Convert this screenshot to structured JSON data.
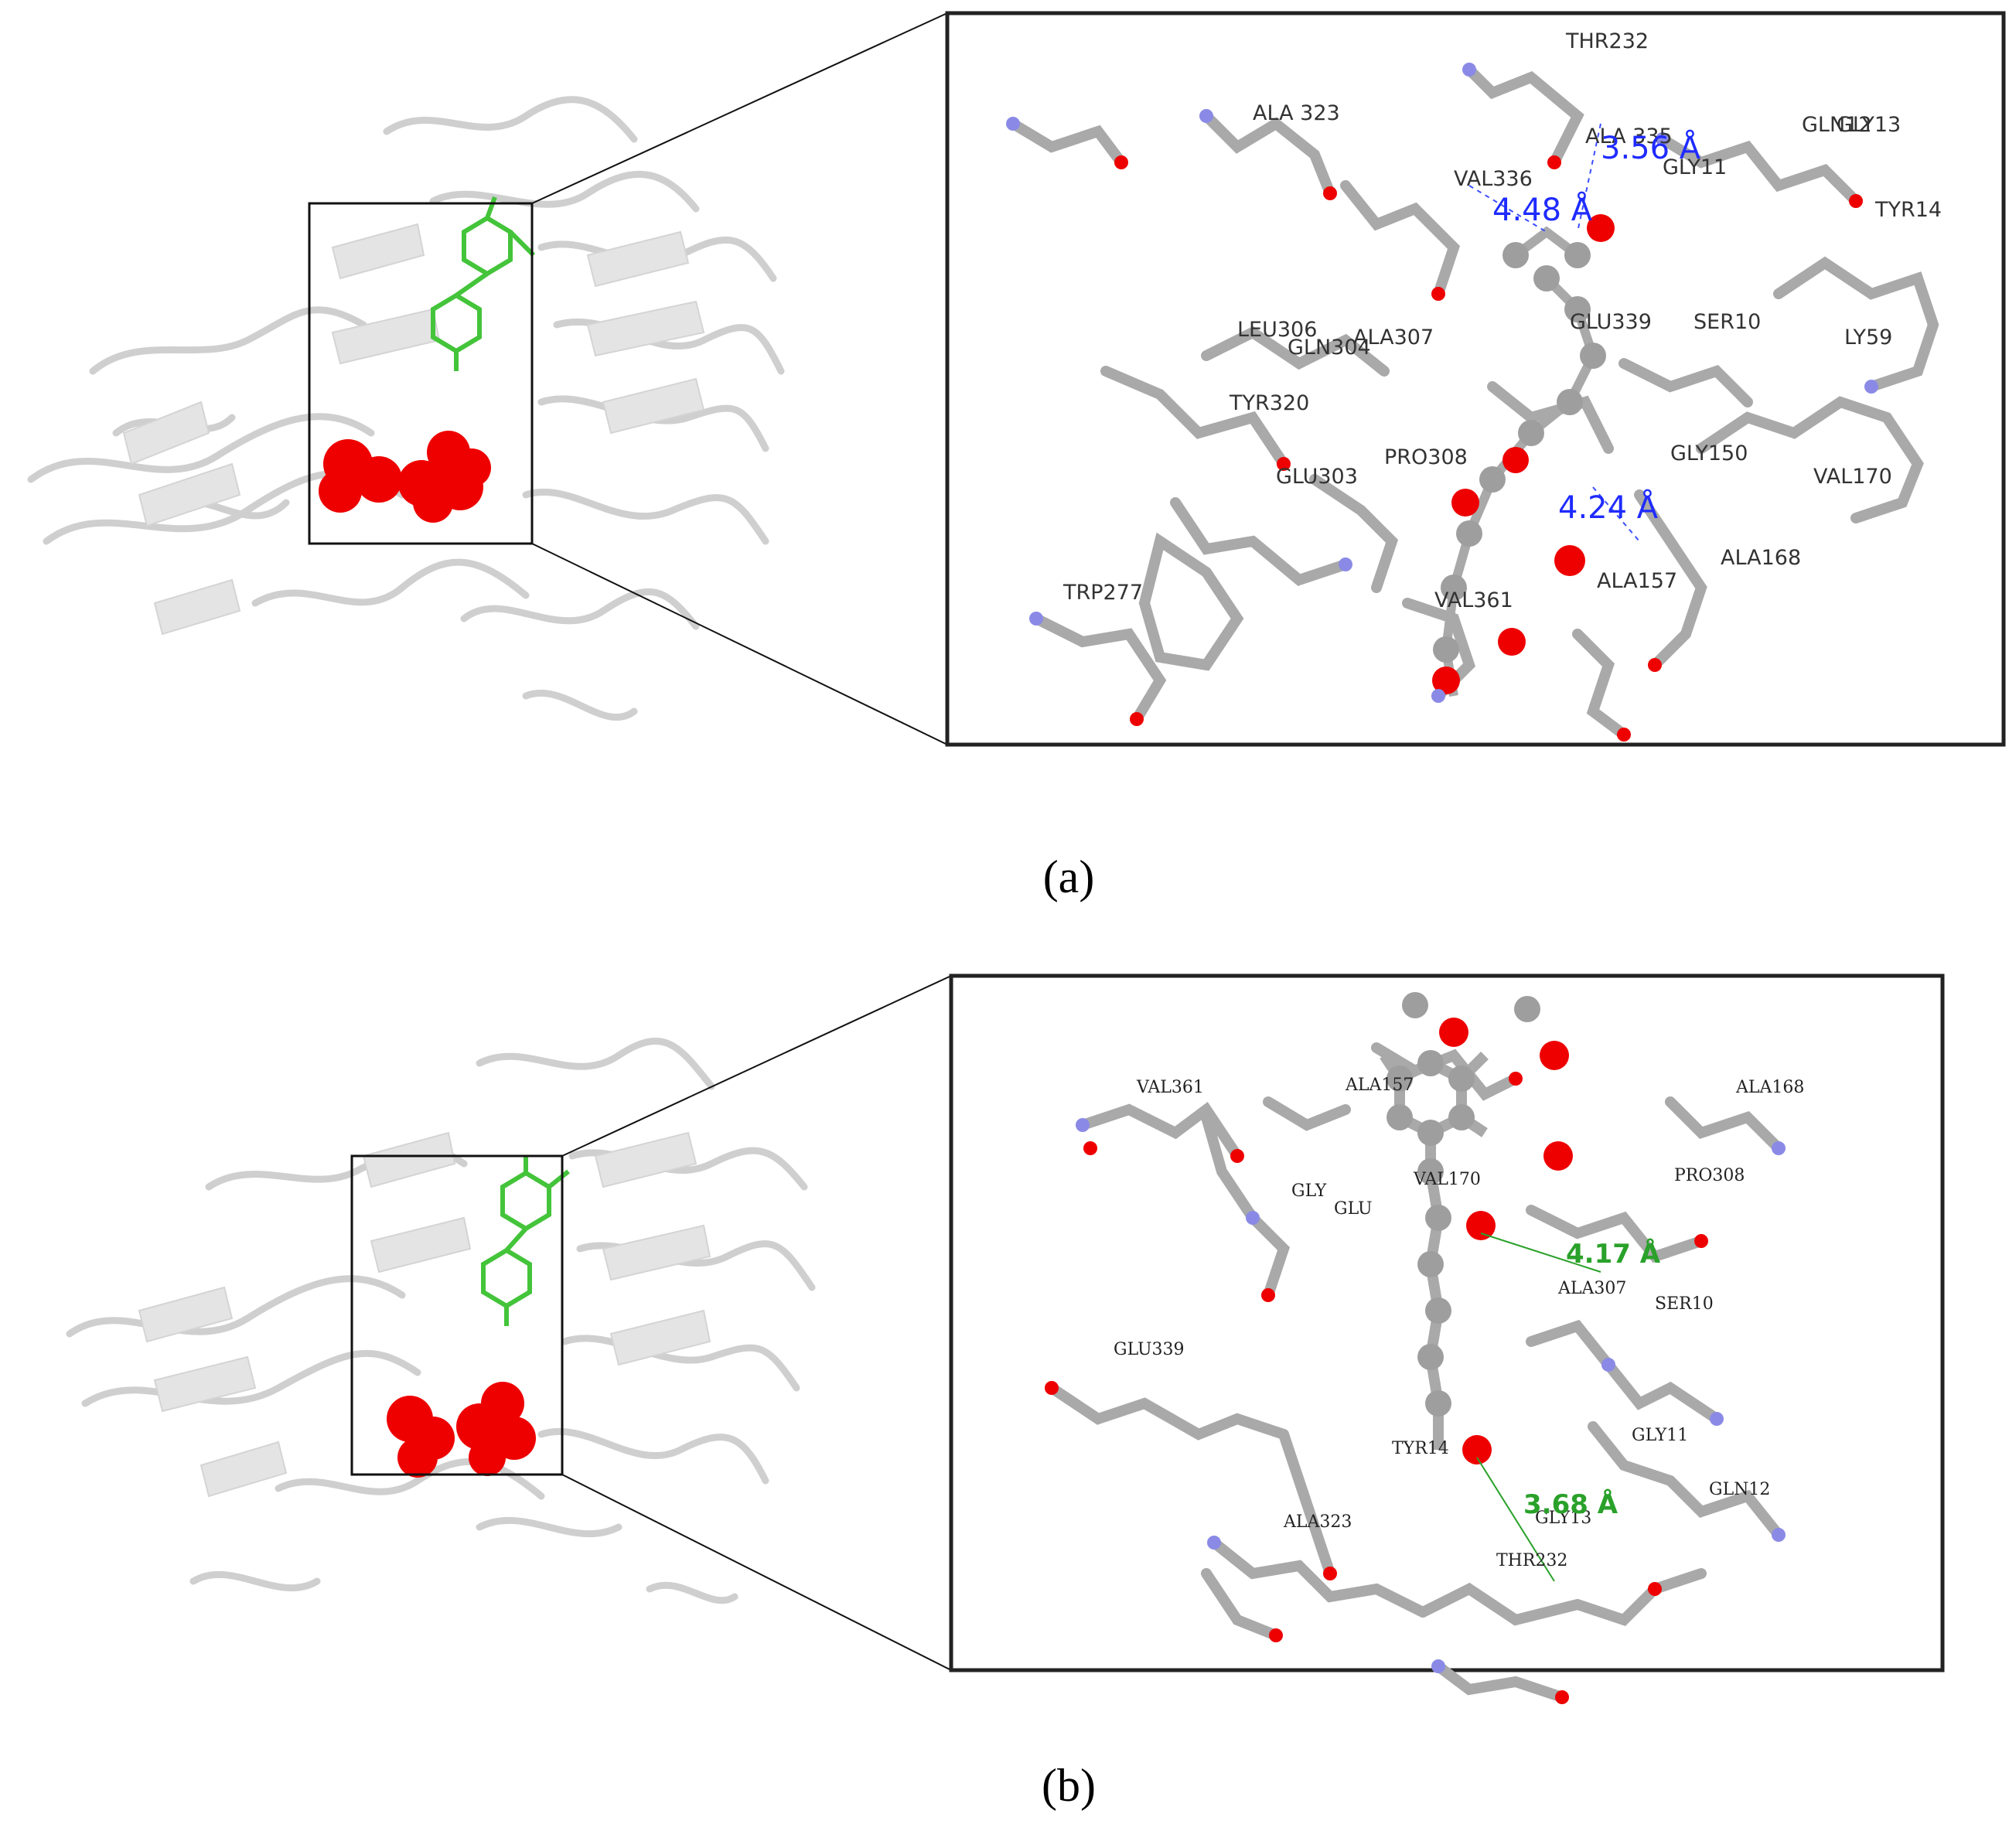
{
  "panels": [
    {
      "caption": "(a)",
      "residues": [
        "THR232",
        "ALA 323",
        "ALA 335",
        "GLN12",
        "GLY13",
        "GLY11",
        "VAL336",
        "TYR14",
        "GLU339",
        "SER10",
        "LEU306",
        "GLN304",
        "ALA307",
        "LY59",
        "TYR320",
        "GLY150",
        "VAL170",
        "PRO308",
        "GLU303",
        "TRP277",
        "ALA168",
        "ALA157",
        "VAL361"
      ],
      "distances": [
        "3.56 Å",
        "4.48 Å",
        "4.24 Å"
      ]
    },
    {
      "caption": "(b)",
      "residues": [
        "VAL361",
        "ALA157",
        "ALA168",
        "GLY",
        "GLU",
        "VAL170",
        "PRO308",
        "ALA307",
        "SER10",
        "GLU339",
        "TYR14",
        "GLY11",
        "GLN12",
        "ALA323",
        "GLY13",
        "THR232"
      ],
      "distances": [
        "4.17 Å",
        "3.68 Å"
      ]
    }
  ]
}
